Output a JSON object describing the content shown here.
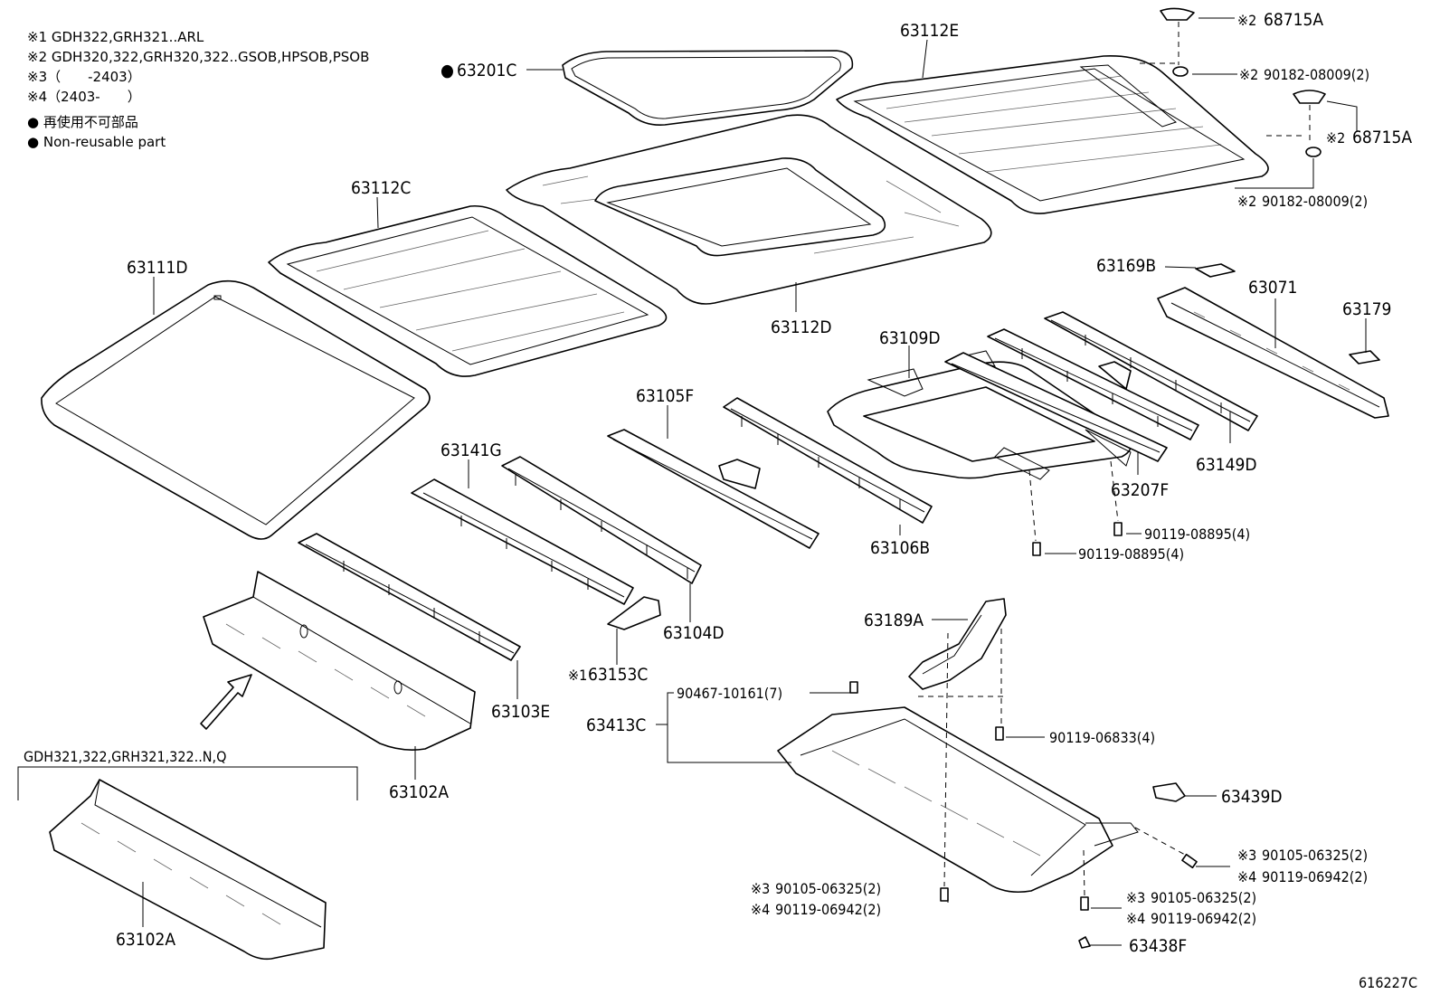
{
  "notes": {
    "n1": "※1 GDH322,GRH321..ARL",
    "n2": "※2 GDH320,322,GRH320,322..GSOB,HPSOB,PSOB",
    "n3": "※3（　　-2403）",
    "n4": "※4（2403-　　）",
    "nonreusable_jp": "再使用不可部品",
    "nonreusable_en": "Non-reusable part"
  },
  "labels": {
    "p63201C": "63201C",
    "p63112E": "63112E",
    "p68715A_top": "68715A",
    "p68715A_mid": "68715A",
    "p90182_top": "90182-08009(2)",
    "p90182_bot": "90182-08009(2)",
    "p63112C": "63112C",
    "p63111D": "63111D",
    "p63112D": "63112D",
    "p63169B": "63169B",
    "p63071": "63071",
    "p63179": "63179",
    "p63109D": "63109D",
    "p63105F": "63105F",
    "p63141G": "63141G",
    "p63149D": "63149D",
    "p63207F": "63207F",
    "p63106B": "63106B",
    "p90119_08895_a": "90119-08895(4)",
    "p90119_08895_b": "90119-08895(4)",
    "p63104D": "63104D",
    "p63153C": "63153C",
    "p63103E": "63103E",
    "p63189A": "63189A",
    "p90467": "90467-10161(7)",
    "p63413C": "63413C",
    "p90119_06833": "90119-06833(4)",
    "p63102A_top": "63102A",
    "p63439D": "63439D",
    "p90105_r": "90105-06325(2)",
    "p90119_06942_r": "90119-06942(2)",
    "p90105_l": "90105-06325(2)",
    "p90119_06942_l": "90119-06942(2)",
    "p90105_m": "90105-06325(2)",
    "p90119_06942_m": "90119-06942(2)",
    "p63438F": "63438F",
    "p63102A_bot": "63102A",
    "variant_note": "GDH321,322,GRH321,322..N,Q",
    "figure_id": "616227C"
  },
  "marks": {
    "m1": "※1",
    "m2": "※2",
    "m3": "※3",
    "m4": "※4",
    "bullet": "●"
  }
}
